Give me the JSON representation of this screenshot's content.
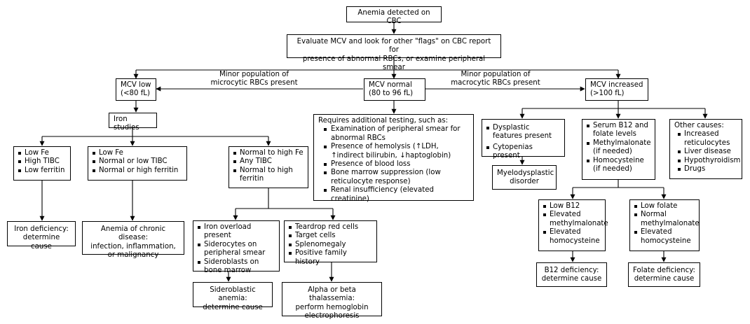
{
  "top": {
    "start": "Anemia detected on CBC",
    "evaluate_1": "Evaluate MCV and look for other \"flags\" on CBC report for",
    "evaluate_2": "presence of abnormal RBCs, or examine peripheral smear"
  },
  "mcv_low": {
    "l1": "MCV low",
    "l2": "(<80 fL)",
    "iron_studies": "Iron studies",
    "box_a": [
      "Low Fe",
      "High TIBC",
      "Low ferritin"
    ],
    "box_b": [
      "Low Fe",
      "Normal or low TIBC",
      "Normal or high ferritin"
    ],
    "box_c": [
      "Normal to high Fe",
      "Any TIBC",
      "Normal to high ferritin"
    ],
    "iron_def_1": "Iron deficiency:",
    "iron_def_2": "determine cause",
    "chronic_1": "Anemia of chronic disease:",
    "chronic_2": "infection, inflammation,",
    "chronic_3": "or malignancy",
    "sidero_list": [
      "Iron overload present",
      "Siderocytes on peripheral smear",
      "Sideroblasts on bone marrow"
    ],
    "thal_list": [
      "Teardrop red cells",
      "Target cells",
      "Splenomegaly",
      "Positive family history"
    ],
    "sidero_dx_1": "Sideroblastic anemia:",
    "sidero_dx_2": "determine cause",
    "thal_dx_1": "Alpha or beta thalassemia:",
    "thal_dx_2": "perform hemoglobin",
    "thal_dx_3": "electrophoresis"
  },
  "mcv_normal": {
    "l1": "MCV normal",
    "l2": "(80 to 96 fL)",
    "heading": "Requires additional testing, such as:",
    "items": [
      "Examination of peripheral smear for abnormal RBCs",
      "Presence of hemolysis (↑LDH, ↑indirect bilirubin, ↓haptoglobin)",
      "Presence of blood loss",
      "Bone marrow suppression (low reticulocyte response)",
      "Renal insufficiency (elevated creatinine)"
    ]
  },
  "edges": {
    "micro_1": "Minor population of",
    "micro_2": "microcytic RBCs present",
    "macro_1": "Minor population of",
    "macro_2": "macrocytic RBCs present"
  },
  "mcv_high": {
    "l1": "MCV increased",
    "l2": "(>100 fL)",
    "dysplastic": [
      "Dysplastic features present",
      "Cytopenias present"
    ],
    "mds_1": "Myelodysplastic",
    "mds_2": "disorder",
    "labs": [
      "Serum B12 and folate levels",
      "Methylmalonate (if needed)",
      "Homocysteine (if needed)"
    ],
    "other_heading": "Other causes:",
    "other_items": [
      "Increased reticulocytes",
      "Liver disease",
      "Hypothyroidism",
      "Drugs"
    ],
    "b12_pattern": [
      "Low B12",
      "Elevated methylmalonate",
      "Elevated homocysteine"
    ],
    "folate_pattern": [
      "Low folate",
      "Normal methylmalonate",
      "Elevated homocysteine"
    ],
    "b12_dx_1": "B12 deficiency:",
    "b12_dx_2": "determine cause",
    "folate_dx_1": "Folate deficiency:",
    "folate_dx_2": "determine cause"
  },
  "colors": {
    "line": "#000000",
    "box_fill": "#ffffff"
  }
}
